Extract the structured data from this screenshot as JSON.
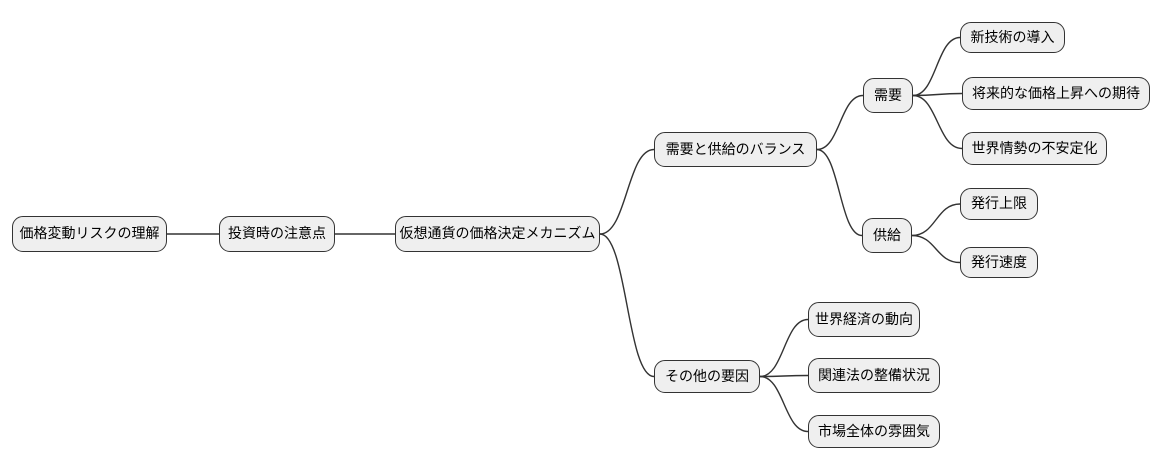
{
  "diagram": {
    "type": "mindmap",
    "direction": "left-to-right",
    "colors": {
      "background": "#ffffff",
      "node_fill": "#efefef",
      "node_border": "#333333",
      "edge": "#333333",
      "text": "#000000"
    },
    "nodes": [
      {
        "id": "price-volatility-risk",
        "label": "価格変動リスクの理解",
        "level": 0,
        "parent": null
      },
      {
        "id": "investment-points",
        "label": "投資時の注意点",
        "level": 1,
        "parent": "price-volatility-risk"
      },
      {
        "id": "price-mechanism",
        "label": "仮想通貨の価格決定メカニズム",
        "level": 2,
        "parent": "investment-points"
      },
      {
        "id": "supply-demand-balance",
        "label": "需要と供給のバランス",
        "level": 3,
        "parent": "price-mechanism"
      },
      {
        "id": "other-factors",
        "label": "その他の要因",
        "level": 3,
        "parent": "price-mechanism"
      },
      {
        "id": "demand",
        "label": "需要",
        "level": 4,
        "parent": "supply-demand-balance"
      },
      {
        "id": "supply",
        "label": "供給",
        "level": 4,
        "parent": "supply-demand-balance"
      },
      {
        "id": "new-tech",
        "label": "新技術の導入",
        "level": 5,
        "parent": "demand"
      },
      {
        "id": "price-rise-expectation",
        "label": "将来的な価格上昇への期待",
        "level": 5,
        "parent": "demand"
      },
      {
        "id": "world-instability",
        "label": "世界情勢の不安定化",
        "level": 5,
        "parent": "demand"
      },
      {
        "id": "issuance-cap",
        "label": "発行上限",
        "level": 5,
        "parent": "supply"
      },
      {
        "id": "issuance-speed",
        "label": "発行速度",
        "level": 5,
        "parent": "supply"
      },
      {
        "id": "world-economy",
        "label": "世界経済の動向",
        "level": 4,
        "parent": "other-factors"
      },
      {
        "id": "legal-framework",
        "label": "関連法の整備状況",
        "level": 4,
        "parent": "other-factors"
      },
      {
        "id": "market-mood",
        "label": "市場全体の雰囲気",
        "level": 4,
        "parent": "other-factors"
      }
    ],
    "edges": [
      {
        "from": "price-volatility-risk",
        "to": "investment-points"
      },
      {
        "from": "investment-points",
        "to": "price-mechanism"
      },
      {
        "from": "price-mechanism",
        "to": "supply-demand-balance"
      },
      {
        "from": "price-mechanism",
        "to": "other-factors"
      },
      {
        "from": "supply-demand-balance",
        "to": "demand"
      },
      {
        "from": "supply-demand-balance",
        "to": "supply"
      },
      {
        "from": "demand",
        "to": "new-tech"
      },
      {
        "from": "demand",
        "to": "price-rise-expectation"
      },
      {
        "from": "demand",
        "to": "world-instability"
      },
      {
        "from": "supply",
        "to": "issuance-cap"
      },
      {
        "from": "supply",
        "to": "issuance-speed"
      },
      {
        "from": "other-factors",
        "to": "world-economy"
      },
      {
        "from": "other-factors",
        "to": "legal-framework"
      },
      {
        "from": "other-factors",
        "to": "market-mood"
      }
    ]
  }
}
